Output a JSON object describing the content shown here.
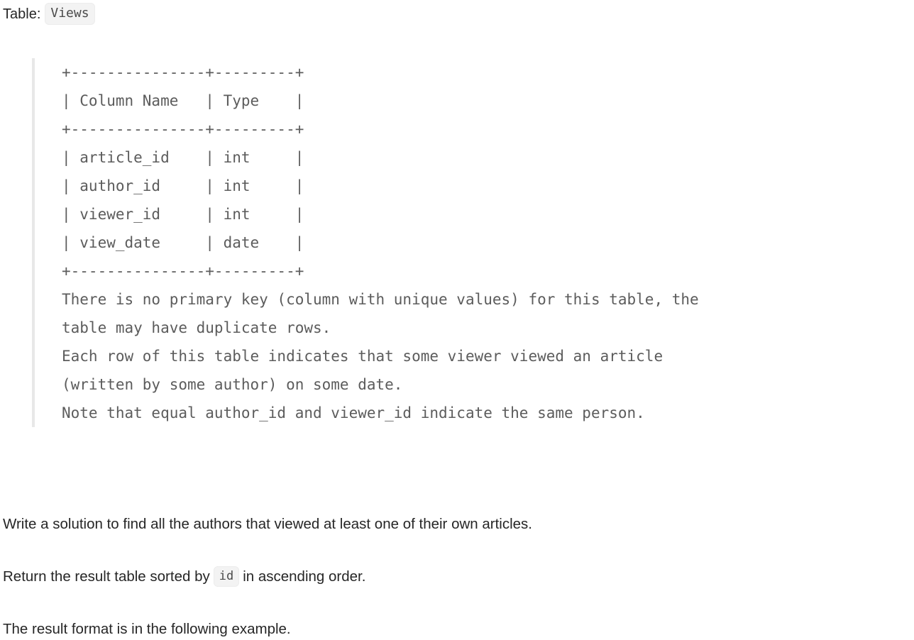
{
  "table_section": {
    "label": "Table:",
    "table_name": "Views",
    "schema_block": "+---------------+---------+\n| Column Name   | Type    |\n+---------------+---------+\n| article_id    | int     |\n| author_id     | int     |\n| viewer_id     | int     |\n| view_date     | date    |\n+---------------+---------+\nThere is no primary key (column with unique values) for this table, the\ntable may have duplicate rows.\nEach row of this table indicates that some viewer viewed an article\n(written by some author) on some date.\nNote that equal author_id and viewer_id indicate the same person.",
    "columns": [
      {
        "name": "article_id",
        "type": "int"
      },
      {
        "name": "author_id",
        "type": "int"
      },
      {
        "name": "viewer_id",
        "type": "int"
      },
      {
        "name": "view_date",
        "type": "date"
      }
    ],
    "column_headers": [
      "Column Name",
      "Type"
    ],
    "notes": [
      "There is no primary key (column with unique values) for this table, the table may have duplicate rows.",
      "Each row of this table indicates that some viewer viewed an article (written by some author) on some date.",
      "Note that equal author_id and viewer_id indicate the same person."
    ]
  },
  "prompt": {
    "line1": "Write a solution to find all the authors that viewed at least one of their own articles.",
    "line2_before": "Return the result table sorted by",
    "line2_code": "id",
    "line2_after": "in ascending order.",
    "line3": "The result format is in the following example."
  },
  "colors": {
    "background": "#ffffff",
    "text": "#262626",
    "mono_text": "#5c5c5c",
    "chip_bg": "#f3f3f3",
    "chip_border": "#ececec",
    "quote_border": "#e8e8e8"
  }
}
